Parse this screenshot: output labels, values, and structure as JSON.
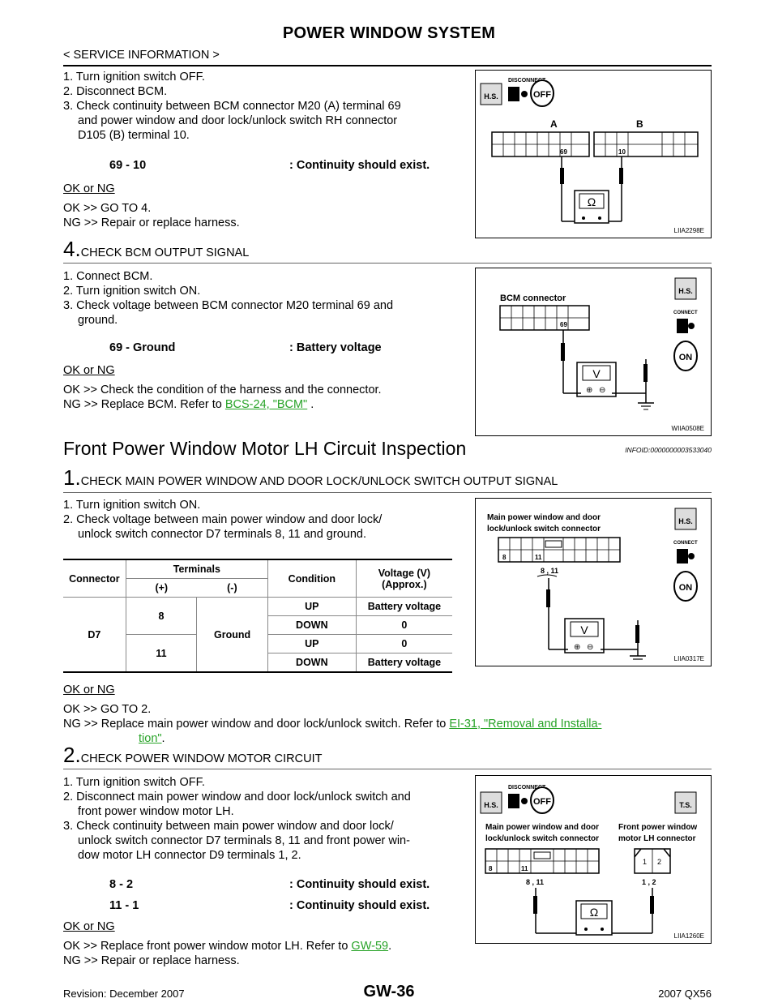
{
  "header": {
    "title": "POWER WINDOW SYSTEM",
    "subheader": "< SERVICE INFORMATION >"
  },
  "block1": {
    "steps": [
      "1.  Turn ignition switch OFF.",
      "2.  Disconnect BCM.",
      "3.  Check continuity between BCM connector M20 (A) terminal 69",
      "and power window and door lock/unlock switch RH connector",
      "D105 (B) terminal 10."
    ],
    "spec_left": "69 - 10",
    "spec_right": ": Continuity should exist.",
    "okng": "OK or NG",
    "ok": "OK      >> GO TO 4.",
    "ng": "NG      >> Repair or replace harness.",
    "figure": {
      "id": "LIIA2298E",
      "label_a": "A",
      "label_b": "B",
      "term_a": "69",
      "term_b": "10",
      "hs": "H.S.",
      "disconnect": "DISCONNECT",
      "off": "OFF",
      "meter": "Ω"
    }
  },
  "step4": {
    "num": "4.",
    "title": "CHECK BCM OUTPUT SIGNAL",
    "steps": [
      "1.  Connect BCM.",
      "2.  Turn ignition switch ON.",
      "3.  Check voltage between BCM connector M20 terminal 69 and",
      "ground."
    ],
    "spec_left": "69 - Ground",
    "spec_right": ": Battery voltage",
    "okng": "OK or NG",
    "ok": "OK      >> Check the condition of the harness and the connector.",
    "ng_prefix": "NG      >> Replace BCM. Refer to ",
    "ng_link": "BCS-24, \"BCM\"",
    "ng_suffix": " .",
    "figure": {
      "id": "WIIA0508E",
      "connector_label": "BCM connector",
      "term": "69",
      "hs": "H.S.",
      "connect": "CONNECT",
      "on": "ON",
      "meter": "V"
    }
  },
  "section": {
    "title": "Front Power Window Motor LH Circuit Inspection",
    "infoid": "INFOID:0000000003533040"
  },
  "step1": {
    "num": "1.",
    "title": "CHECK MAIN POWER WINDOW AND DOOR LOCK/UNLOCK SWITCH OUTPUT SIGNAL",
    "steps": [
      "1.  Turn ignition switch ON.",
      "2.  Check voltage between main power window and door lock/",
      "unlock switch connector D7 terminals 8, 11 and ground."
    ],
    "table": {
      "h_connector": "Connector",
      "h_terminals": "Terminals",
      "h_plus": "(+)",
      "h_minus": "(-)",
      "h_condition": "Condition",
      "h_voltage": "Voltage (V)\n(Approx.)",
      "connector": "D7",
      "term8": "8",
      "term11": "11",
      "ground": "Ground",
      "rows": [
        {
          "cond": "UP",
          "volt": "Battery voltage"
        },
        {
          "cond": "DOWN",
          "volt": "0"
        },
        {
          "cond": "UP",
          "volt": "0"
        },
        {
          "cond": "DOWN",
          "volt": "Battery voltage"
        }
      ]
    },
    "okng": "OK or NG",
    "ok": "OK      >> GO TO 2.",
    "ng_prefix": "NG      >> Replace main power window and door lock/unlock switch. Refer to ",
    "ng_link": "EI-31, \"Removal and Installa-",
    "ng_link2": "tion\"",
    "ng_suffix2": ".",
    "figure": {
      "id": "LIIA0317E",
      "connector_label1": "Main power window and door",
      "connector_label2": "lock/unlock switch connector",
      "t8": "8",
      "t11": "11",
      "terms": "8 , 11",
      "hs": "H.S.",
      "connect": "CONNECT",
      "on": "ON",
      "meter": "V"
    }
  },
  "step2": {
    "num": "2.",
    "title": "CHECK POWER WINDOW MOTOR CIRCUIT",
    "steps": [
      "1.  Turn ignition switch OFF.",
      "2.  Disconnect main power window and door lock/unlock switch and",
      "front power window motor LH.",
      "3.  Check continuity between main power window and door lock/",
      "unlock switch connector D7 terminals 8, 11 and front power win-",
      "dow motor LH connector D9 terminals 1, 2."
    ],
    "specs": [
      {
        "left": "8 - 2",
        "right": ": Continuity should exist."
      },
      {
        "left": "11 - 1",
        "right": ": Continuity should exist."
      }
    ],
    "okng": "OK or NG",
    "ok_prefix": "OK      >> Replace front power window motor LH. Refer to ",
    "ok_link": "GW-59",
    "ok_suffix": ".",
    "ng": "NG      >> Repair or replace harness.",
    "figure": {
      "id": "LIIA1260E",
      "label_left1": "Main power window and door",
      "label_left2": "lock/unlock switch connector",
      "label_right1": "Front power window",
      "label_right2": "motor LH connector",
      "t8": "8",
      "t11": "11",
      "terms_left": "8 , 11",
      "t1": "1",
      "t2": "2",
      "terms_right": "1 , 2",
      "hs": "H.S.",
      "ts": "T.S.",
      "disconnect": "DISCONNECT",
      "off": "OFF",
      "meter": "Ω"
    }
  },
  "footer": {
    "revision": "Revision: December 2007",
    "page": "GW-36",
    "model": "2007 QX56"
  }
}
